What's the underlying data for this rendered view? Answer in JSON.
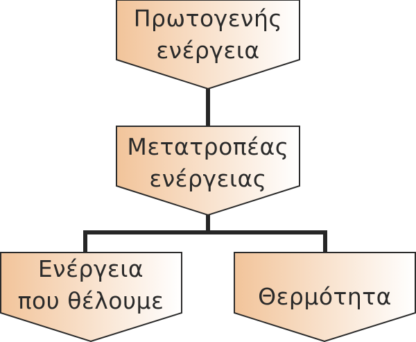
{
  "diagram": {
    "type": "flowchart",
    "colors": {
      "fill_start": "#f2c49a",
      "fill_end": "#ffffff",
      "stroke": "#2b2b2b",
      "connector": "#262626",
      "text": "#2a2a2a"
    },
    "nodes": [
      {
        "id": "primary",
        "lines": [
          "Πρωτογενής",
          "ενέργεια"
        ]
      },
      {
        "id": "converter",
        "lines": [
          "Μετατροπέας",
          "ενέργειας"
        ]
      },
      {
        "id": "wanted",
        "lines": [
          "Ενέργεια",
          "που θέλουμε"
        ]
      },
      {
        "id": "heat",
        "lines": [
          "Θερμότητα"
        ]
      }
    ],
    "edges": [
      {
        "from": "primary",
        "to": "converter"
      },
      {
        "from": "converter",
        "to": "wanted"
      },
      {
        "from": "converter",
        "to": "heat"
      }
    ]
  }
}
